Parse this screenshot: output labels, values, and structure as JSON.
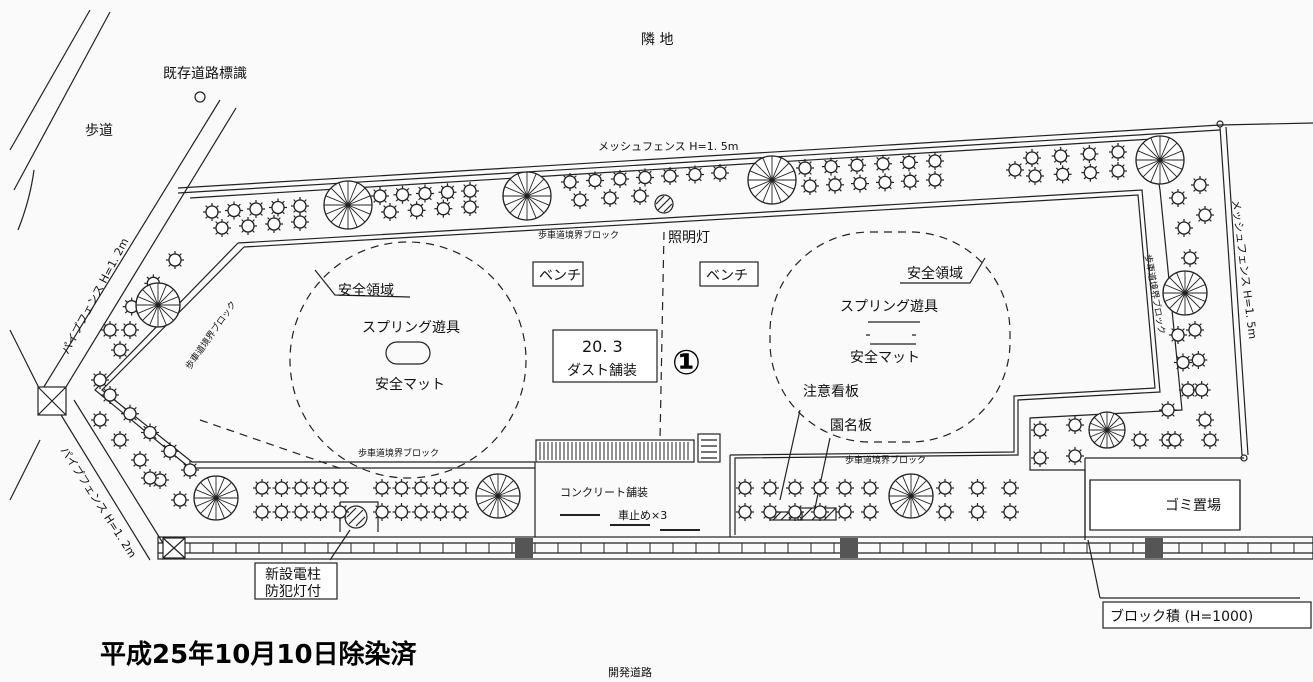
{
  "labels": {
    "neighbor_land": "隣 地",
    "existing_road_sign": "既存道路標識",
    "sidewalk": "歩道",
    "mesh_fence_top": "メッシュフェンス H=1. 5m",
    "mesh_fence_right": "メッシュフェンス H=1. 5m",
    "pipe_fence_left": "パイプフェンス H=1. 2m",
    "pipe_fence_bottom": "パイプフェンス H=1. 2m",
    "curb_block_top": "歩車道境界ブロック",
    "curb_block_left": "歩車道境界ブロック",
    "curb_block_right": "歩車道境界ブロック",
    "curb_block_bottom_left": "歩車道境界ブロック",
    "curb_block_bottom_right": "歩車道境界ブロック",
    "light": "照明灯",
    "safety_zone_left": "安全領域",
    "safety_zone_right": "安全領域",
    "spring_toy_left": "スプリング遊具",
    "spring_toy_right": "スプリング遊具",
    "safety_mat_left": "安全マット",
    "safety_mat_right": "安全マット",
    "bench_left": "ベンチ",
    "bench_right": "ベンチ",
    "dust_area_value": "20. 3",
    "dust_area_label": "ダスト舗装",
    "circled_number": "①",
    "caution_sign": "注意看板",
    "park_name_sign": "園名板",
    "concrete_paving": "コンクリート舗装",
    "car_stops": "車止め×3",
    "garbage_area": "ゴミ置場",
    "new_pole_line1": "新設電柱",
    "new_pole_line2": "防犯灯付",
    "block_wall": "ブロック積 (H=1000)",
    "decontamination_date": "平成25年10月10日除染済",
    "development_road": "開発道路"
  }
}
